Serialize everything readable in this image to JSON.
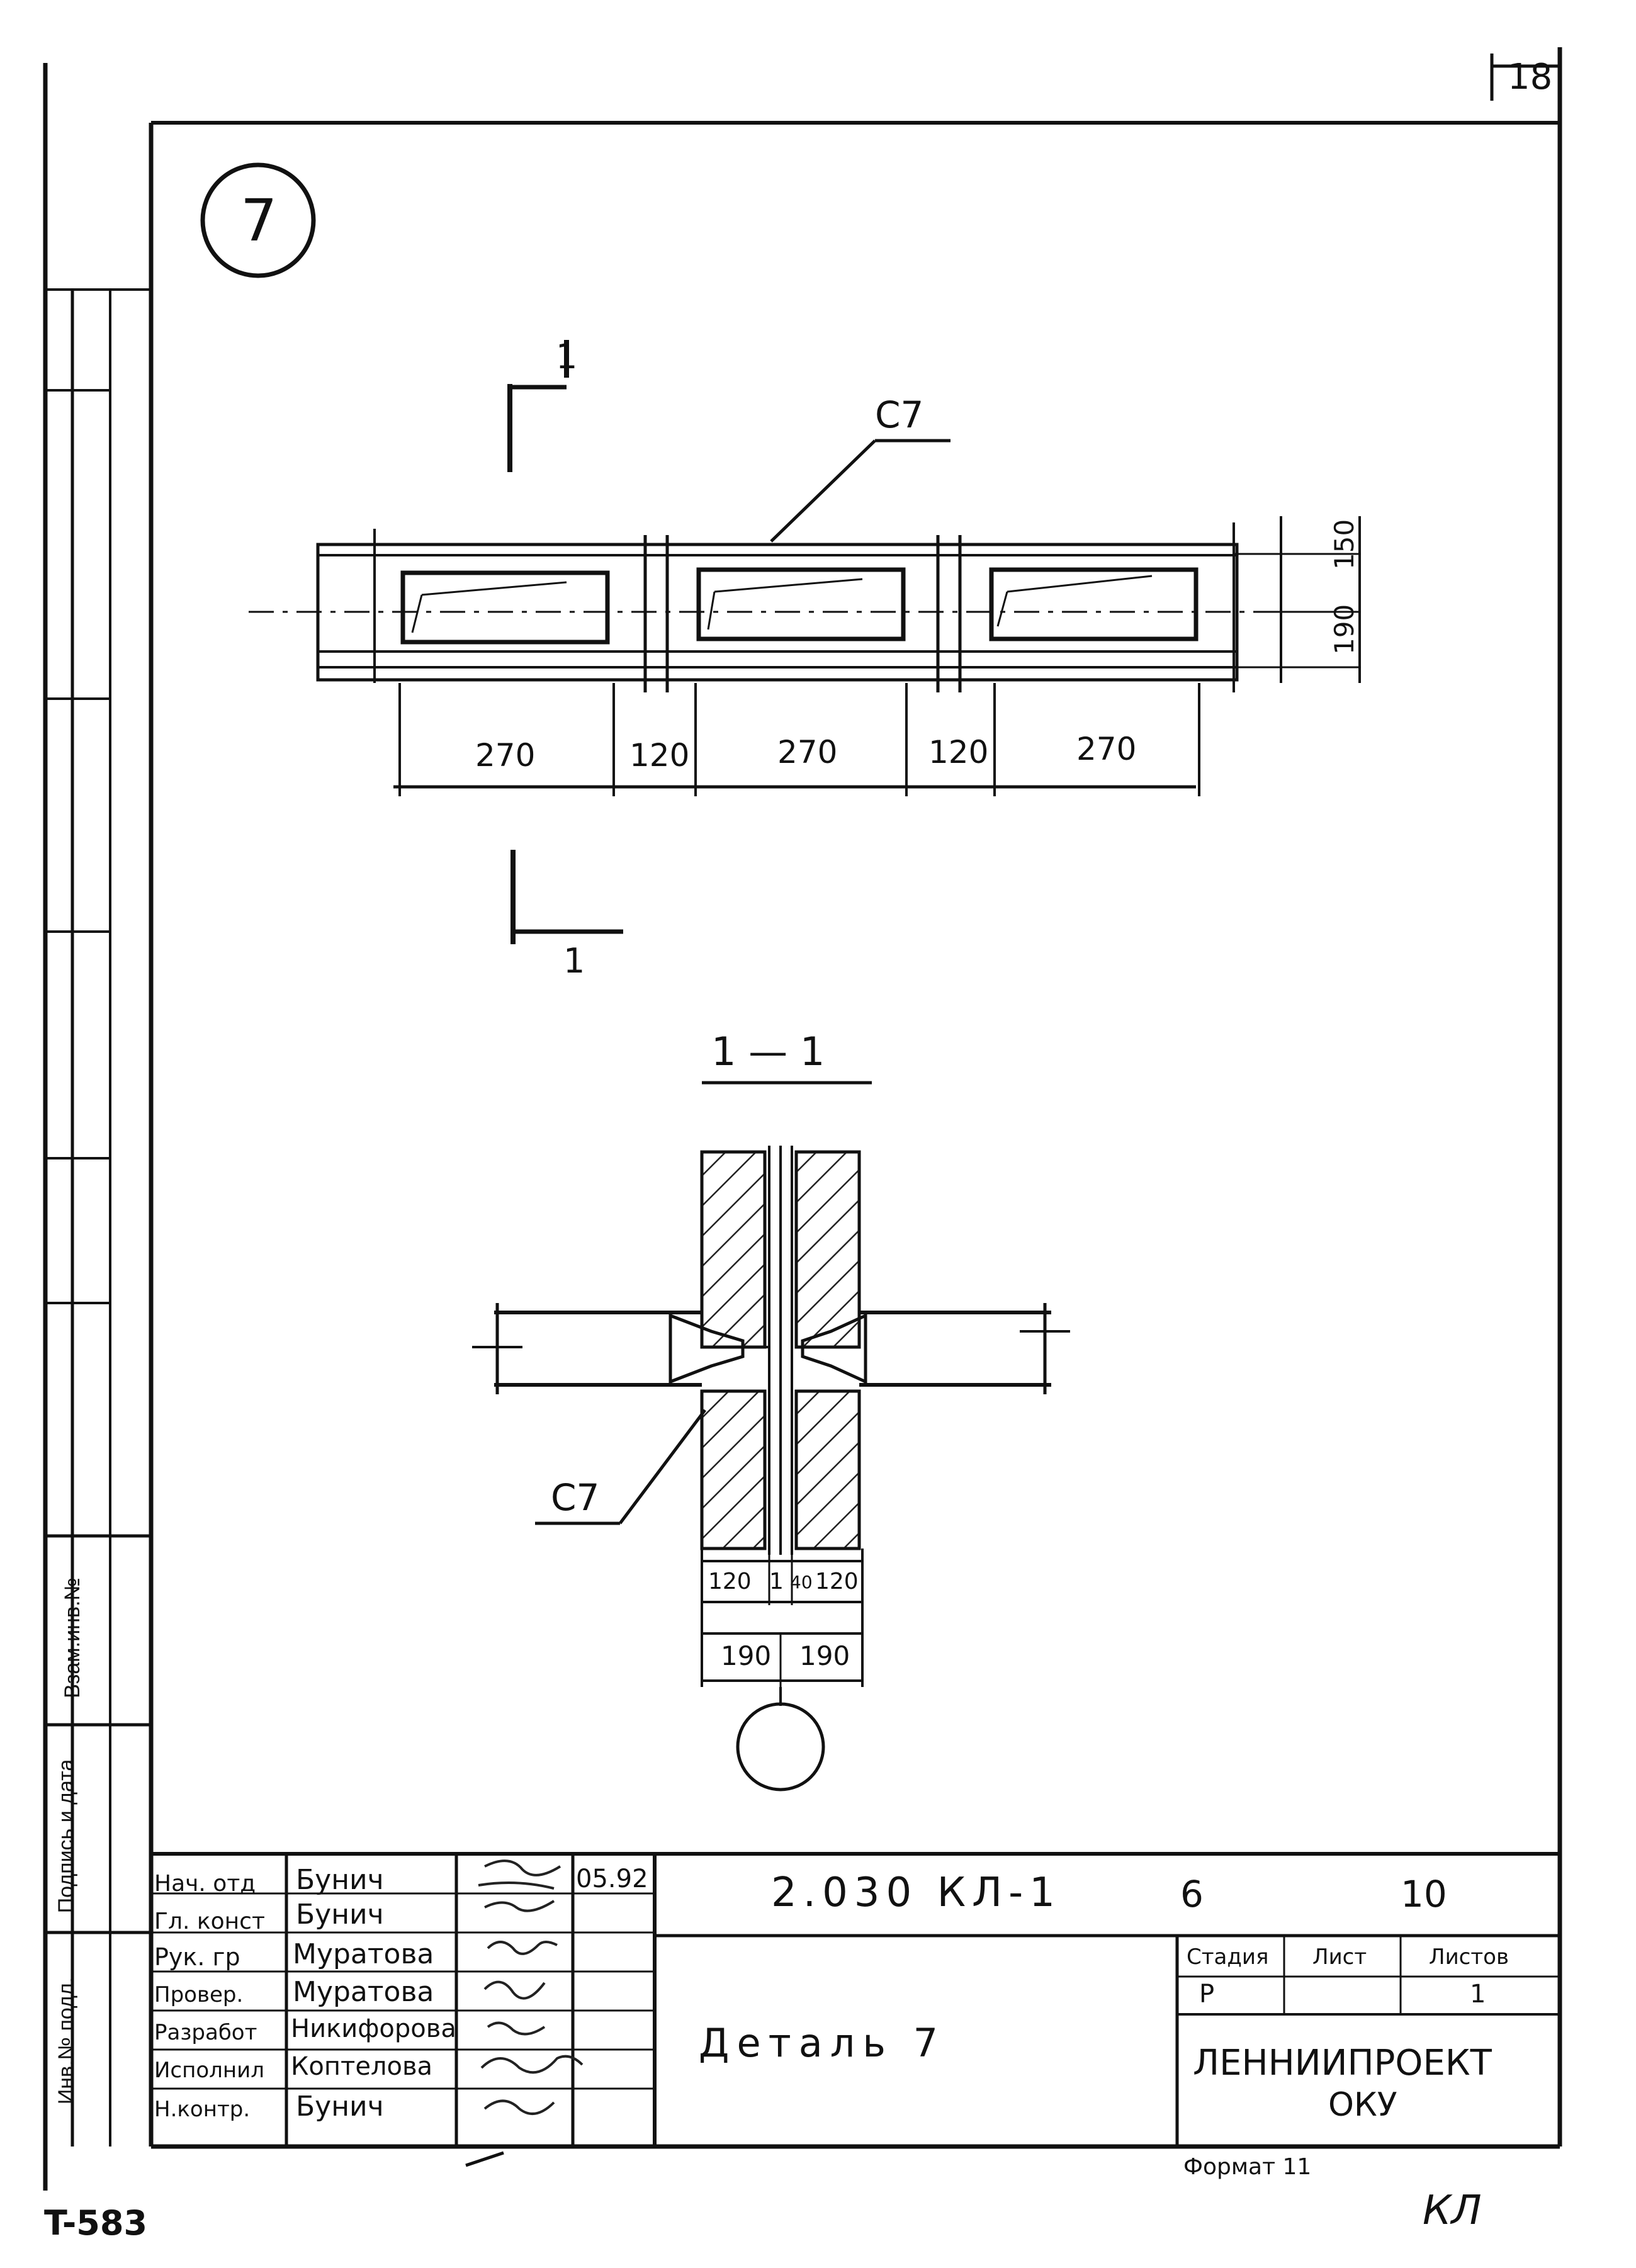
{
  "sheet": {
    "page_number": "18",
    "detail_marker": "7",
    "stamp_bottom_left": "T-583",
    "corner_mark": "КЛ",
    "format_label": "Формат 11"
  },
  "side_stamp": {
    "inv_no_label": "Инв.№ подл.",
    "sign_date_label": "Подпись и дата",
    "replace_inv_label": "Взам.инв.№"
  },
  "plan_view": {
    "section_mark_top": "1",
    "section_mark_bottom": "1",
    "element_label": "С7",
    "dims_horizontal": [
      "270",
      "120",
      "270",
      "120",
      "270"
    ],
    "dims_vertical": [
      "150",
      "190"
    ]
  },
  "section_view": {
    "title": "1 — 1",
    "element_label": "С7",
    "dims_top_row": [
      "120",
      "1",
      "40",
      "120"
    ],
    "dims_bottom_row": [
      "190",
      "190"
    ]
  },
  "title_block": {
    "rows": [
      {
        "role": "Нач. отд",
        "name": "Бунич",
        "date": "05.92"
      },
      {
        "role": "Гл. конст",
        "name": "Бунич",
        "date": ""
      },
      {
        "role": "Рук. гр",
        "name": "Муратова",
        "date": ""
      },
      {
        "role": "Провер.",
        "name": "Муратова",
        "date": ""
      },
      {
        "role": "Разработ",
        "name": "Никифорова",
        "date": ""
      },
      {
        "role": "Исполнил",
        "name": "Коптелова",
        "date": ""
      },
      {
        "role": "Н.контр.",
        "name": "Бунич",
        "date": ""
      }
    ],
    "document_code": "2.030 КЛ-1",
    "code_part": "6",
    "code_sheet": "10",
    "drawing_title": "Деталь 7",
    "stage_label": "Стадия",
    "sheet_label": "Лист",
    "sheets_label": "Листов",
    "stage_value": "Р",
    "sheet_value": "",
    "sheets_value": "1",
    "organization_line1": "ЛЕННИИПРОЕКТ",
    "organization_line2": "ОКУ"
  }
}
